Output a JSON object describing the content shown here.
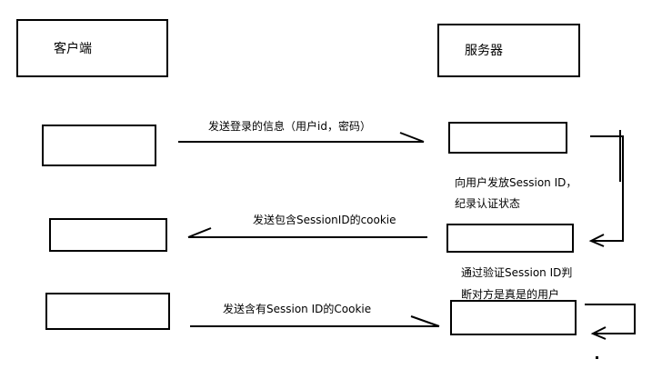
{
  "client": {
    "label": "客户端"
  },
  "server": {
    "label": "服务器"
  },
  "messages": {
    "login": "发送登录的信息（用户id，密码）",
    "issue_session_line1": "向用户发放Session ID，",
    "issue_session_line2": "纪录认证状态",
    "return_cookie": "发送包含SessionID的cookie",
    "send_cookie": "发送含有Session ID的Cookie",
    "verify_line1": "通过验证Session ID判",
    "verify_line2": "断对方是真是的用户"
  }
}
